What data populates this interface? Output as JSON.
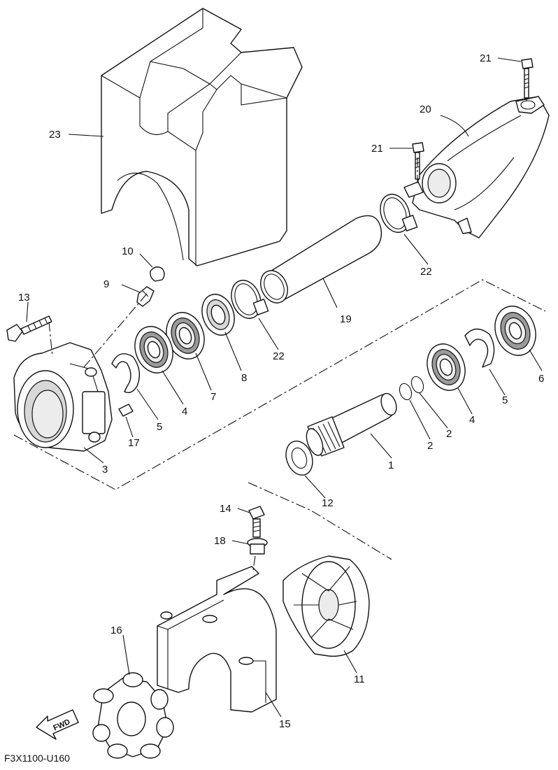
{
  "diagram": {
    "figure_code": "F3X1100-U160",
    "direction_arrow": "FWD",
    "callouts": {
      "p1": "1",
      "p2": "2",
      "p3": "3",
      "p4": "4",
      "p5": "5",
      "p6": "6",
      "p7": "7",
      "p8": "8",
      "p9": "9",
      "p10": "10",
      "p11": "11",
      "p12": "12",
      "p13": "13",
      "p14": "14",
      "p15": "15",
      "p16": "16",
      "p17": "17",
      "p18": "18",
      "p19": "19",
      "p20": "20",
      "p21": "21",
      "p22": "22",
      "p23": "23"
    },
    "line_color": "#111111",
    "shade_color": "#d8d8d8"
  }
}
